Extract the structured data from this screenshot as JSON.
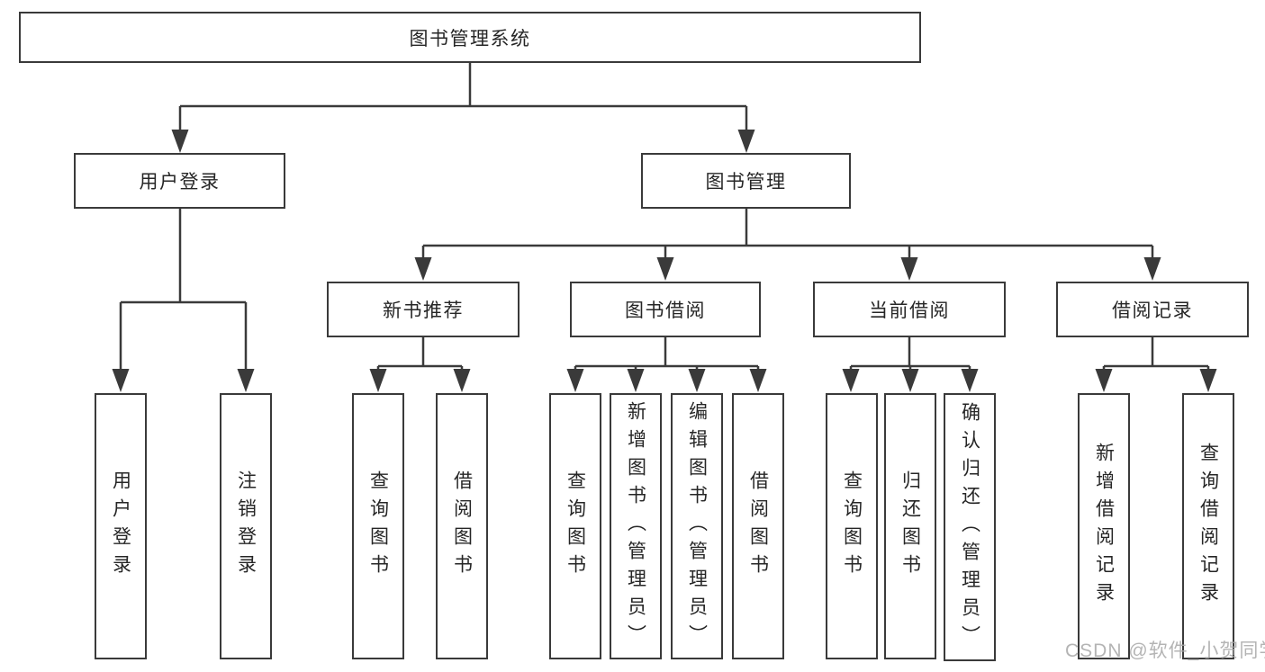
{
  "diagram": {
    "nodes": {
      "root": "图书管理系统",
      "user_login": "用户登录",
      "book_management": "图书管理",
      "new_book_recommend": "新书推荐",
      "book_borrowing": "图书借阅",
      "current_borrowing": "当前借阅",
      "borrowing_records": "借阅记录",
      "user_login_leaf": "用户登录",
      "logout_leaf": "注销登录",
      "recommend_query_books": "查询图书",
      "recommend_borrow_books": "借阅图书",
      "borrowing_query_books": "查询图书",
      "borrowing_add_books": "新增图书（管理员）",
      "borrowing_edit_books": "编辑图书（管理员）",
      "borrowing_borrow_books": "借阅图书",
      "current_query_books": "查询图书",
      "current_return_books": "归还图书",
      "current_confirm_return": "确认归还（管理员）",
      "records_add_record": "新增借阅记录",
      "records_query_record": "查询借阅记录"
    },
    "watermark": "CSDN @软件_小贺同学",
    "colors": {
      "line": "#3a3a3a",
      "text": "#262626",
      "watermark": "#a8a8a8",
      "background": "#ffffff"
    }
  }
}
